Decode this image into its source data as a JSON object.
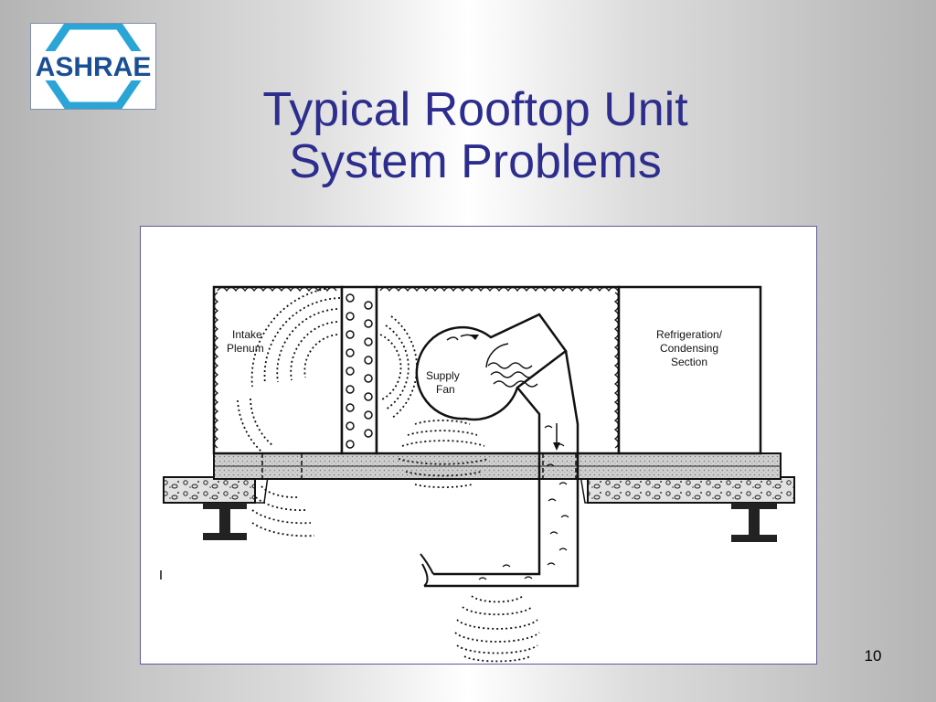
{
  "logo": {
    "text": "ASHRAE",
    "hex_color": "#2aa5d6",
    "text_color": "#1a4f94"
  },
  "slide": {
    "title_line1": "Typical Rooftop Unit",
    "title_line2": "System Problems",
    "page_number": "10",
    "title_color": "#2d2d8e"
  },
  "diagram": {
    "labels": {
      "intake_line1": "Intake",
      "intake_line2": "Plenum",
      "fan_line1": "Supply",
      "fan_line2": "Fan",
      "refrig_line1": "Refrigeration/",
      "refrig_line2": "Condensing",
      "refrig_line3": "Section"
    }
  }
}
